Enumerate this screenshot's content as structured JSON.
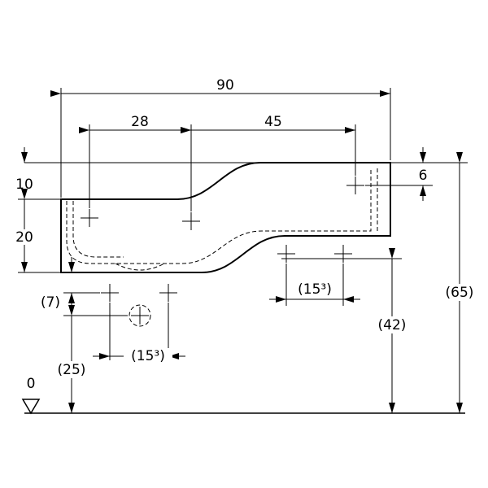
{
  "drawing": {
    "title": "washbasin-dimension-drawing",
    "labels": {
      "total_width": "90",
      "left_span": "28",
      "right_span": "45",
      "rim_offset": "10",
      "body_height": "20",
      "tap_drop": "6",
      "height_rim": "(65)",
      "height_right_holes": "(42)",
      "offset_left_holes": "(7)",
      "height_drain": "(25)",
      "spacing_right_holes": "(15³)",
      "spacing_left_holes": "(15³)",
      "datum_zero": "0"
    },
    "line_color": "#000000",
    "background_color": "#ffffff"
  }
}
